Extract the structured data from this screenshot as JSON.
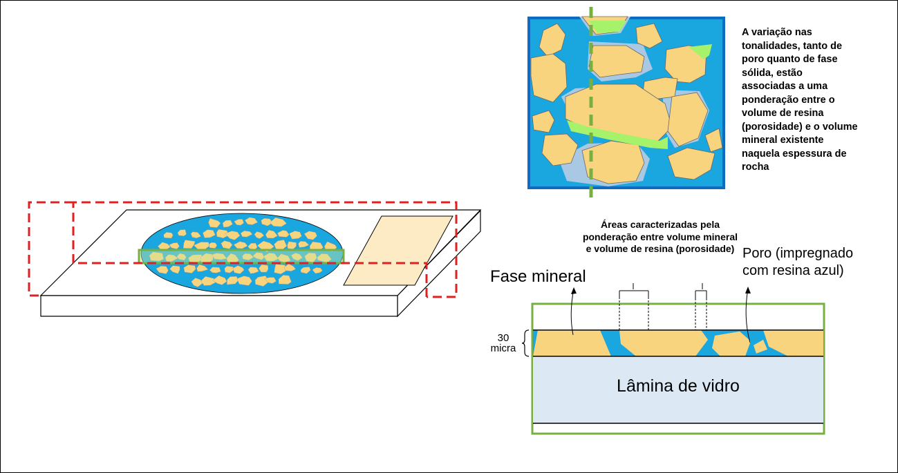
{
  "labels": {
    "note": "A variação nas tonalidades, tanto de poro quanto de fase sólida, estão associadas a uma ponderação entre o volume de resina (porosidade) e o volume mineral existente naquela espessura de rocha",
    "areas": "Áreas caracterizadas pela ponderação entre volume mineral e volume de resina (porosidade)",
    "poro": "Poro (impregnado com resina azul)",
    "fase_mineral": "Fase mineral",
    "thickness_value": "30",
    "thickness_unit": "micra",
    "glass_slide": "Lâmina de vidro"
  },
  "colors": {
    "pore_blue": "#1aa7e0",
    "frame_blue": "#0e6bbf",
    "mineral": "#f9d47f",
    "partial_blue": "#a9c8e4",
    "light_green": "#a6f26a",
    "outline_green": "#77b041",
    "dash_red": "#e02020",
    "glass": "#dce9f5",
    "cover_slip": "#fdebc6"
  }
}
